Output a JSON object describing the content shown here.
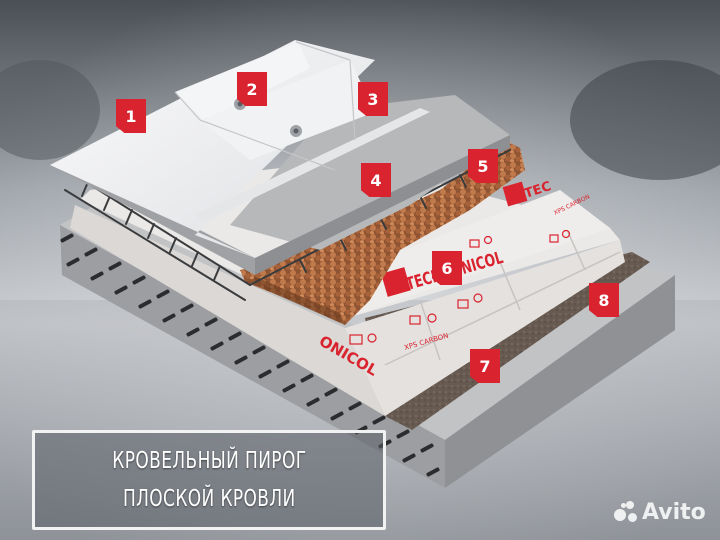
{
  "title": {
    "line1": "КРОВЕЛЬНЫЙ ПИРОГ",
    "line2": "ПЛОСКОЙ КРОВЛИ"
  },
  "callouts": [
    {
      "number": "1",
      "color": "#d9232e"
    },
    {
      "number": "2",
      "color": "#d9232e"
    },
    {
      "number": "3",
      "color": "#d9232e"
    },
    {
      "number": "4",
      "color": "#d9232e"
    },
    {
      "number": "5",
      "color": "#d9232e"
    },
    {
      "number": "6",
      "color": "#d9232e"
    },
    {
      "number": "7",
      "color": "#d9232e"
    },
    {
      "number": "8",
      "color": "#d9232e"
    }
  ],
  "insulation_brand": {
    "main": "TECHNONICOL",
    "partial": "ONICOL",
    "partial_short": "TEC",
    "product": "XPS CARBON"
  },
  "watermark": "Avito",
  "colors": {
    "accent": "#d9232e",
    "membrane": "#eeeff1",
    "screed": "#b9bbbd",
    "clay": "#a7643c",
    "xps": "#e7e4e2",
    "slab": "#c6c7c9",
    "vapor_barrier": "#6a5d55",
    "background": "#8a8f96"
  }
}
